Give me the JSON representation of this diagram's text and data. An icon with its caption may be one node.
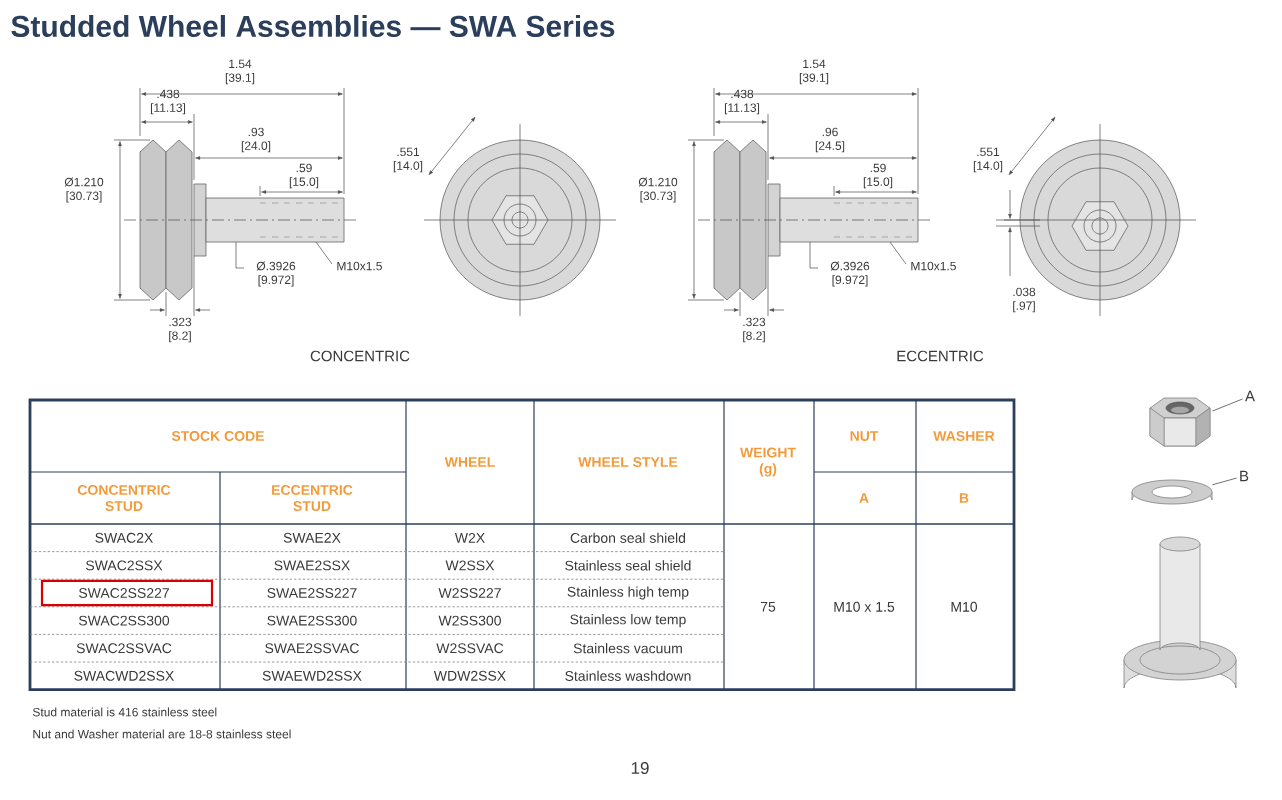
{
  "diagram": {
    "title": "Studded Wheel Assemblies — SWA Series",
    "nodes": [
      {
        "text": [
          "A"
        ]
      },
      {
        "text": [],
        "shape": "picture"
      },
      {
        "text": [
          "B"
        ]
      },
      {
        "text": [],
        "shape": "picture"
      }
    ],
    "edges": [
      {
        "from": 0,
        "to": 1,
        "arrow": "none"
      },
      {
        "from": 2,
        "to": 3,
        "arrow": "none"
      }
    ],
    "labels": [
      "1.54 [39.1]",
      ".438 [11.13]",
      ".93 [24.0]",
      ".59 [15.0]",
      "Ø1.210 [30.73]",
      "Ø.3926 [9.972]",
      "M10x1.5",
      ".323 [8.2]",
      ".551 [14.0]",
      "CONCENTRIC",
      "1.54 [39.1]",
      ".438 [11.13]",
      ".96 [24.5]",
      ".59 [15.0]",
      "Ø1.210 [30.73]",
      "Ø.3926 [9.972]",
      "M10x1.5",
      ".323 [8.2]",
      ".551 [14.0]",
      ".038 [.97]",
      "ECCENTRIC",
      "STOCK CODE",
      "WHEEL",
      "WHEEL STYLE",
      "WEIGHT (g)",
      "NUT",
      "WASHER",
      "CONCENTRIC STUD",
      "ECCENTRIC STUD",
      "A",
      "B",
      "SWAC2X",
      "SWAE2X",
      "W2X",
      "Carbon seal shield",
      "75",
      "M10 x 1.5",
      "M10",
      "SWAC2SSX",
      "SWAE2SSX",
      "W2SSX",
      "Stainless seal shield",
      "SWAC2SS227",
      "SWAE2SS227",
      "W2SS227",
      "Stainless high temp",
      "SWAC2SS300",
      "SWAE2SS300",
      "W2SS300",
      "Stainless low temp",
      "SWAC2SSVAC",
      "SWAE2SSVAC",
      "W2SSVAC",
      "Stainless vacuum",
      "SWACWD2SSX",
      "SWAEWD2SSX",
      "WDW2SSX",
      "Stainless washdown",
      "Stud material is 416 stainless steel",
      "Nut and Washer material are 18-8 stainless steel",
      "19"
    ]
  }
}
